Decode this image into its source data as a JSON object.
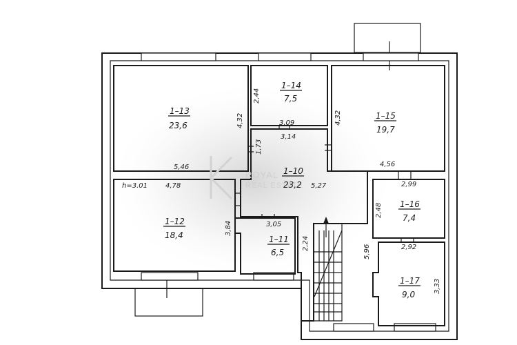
{
  "watermark": {
    "title": "ROYAL",
    "subtitle": "REAL ESTATE"
  },
  "rooms": [
    {
      "id": "1–13",
      "area": "23,6"
    },
    {
      "id": "1–14",
      "area": "7,5"
    },
    {
      "id": "1–15",
      "area": "19,7"
    },
    {
      "id": "1–10",
      "area": "23,2"
    },
    {
      "id": "1–12",
      "area": "18,4"
    },
    {
      "id": "1–11",
      "area": "6,5"
    },
    {
      "id": "1–16",
      "area": "7,4"
    },
    {
      "id": "1–17",
      "area": "9,0"
    }
  ],
  "dimensions": {
    "d_4_32_a": "4,32",
    "d_2_44": "2,44",
    "d_4_32_b": "4,32",
    "d_3_09": "3,09",
    "d_3_14": "3,14",
    "d_1_73": "1,73",
    "d_5_46": "5,46",
    "d_4_56": "4,56",
    "d_2_99": "2,99",
    "d_h": "h=3.01",
    "d_4_78": "4,78",
    "d_5_27": "5,27",
    "d_2_48": "2,48",
    "d_3_05": "3,05",
    "d_3_84": "3,84",
    "d_2_24": "2,24",
    "d_5_96": "5,96",
    "d_2_92": "2,92",
    "d_3_33": "3,33"
  }
}
